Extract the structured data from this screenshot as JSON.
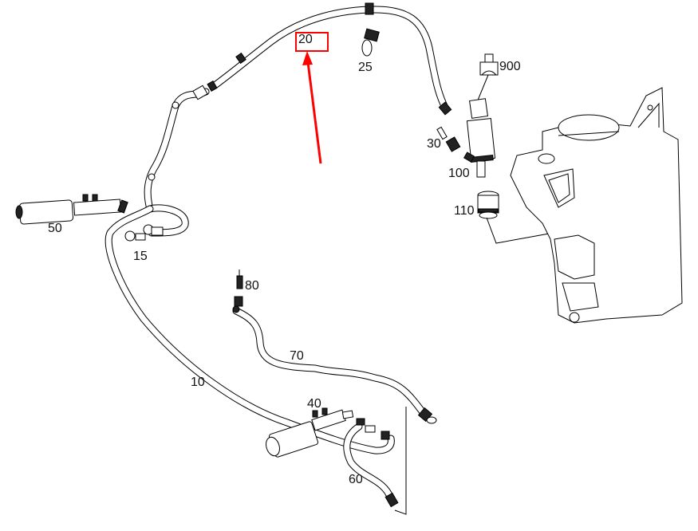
{
  "diagram": {
    "type": "exploded parts diagram",
    "subject": "headlamp / windshield washer fluid system",
    "highlight_color": "#ff0000",
    "highlighted_part": "20",
    "callouts": [
      {
        "id": "20",
        "label": "20",
        "highlighted": true
      },
      {
        "id": "25",
        "label": "25"
      },
      {
        "id": "900",
        "label": "900"
      },
      {
        "id": "30",
        "label": "30"
      },
      {
        "id": "100",
        "label": "100"
      },
      {
        "id": "110",
        "label": "110"
      },
      {
        "id": "50",
        "label": "50"
      },
      {
        "id": "15",
        "label": "15"
      },
      {
        "id": "80",
        "label": "80"
      },
      {
        "id": "70",
        "label": "70"
      },
      {
        "id": "10",
        "label": "10"
      },
      {
        "id": "40",
        "label": "40"
      },
      {
        "id": "60",
        "label": "60"
      }
    ]
  }
}
